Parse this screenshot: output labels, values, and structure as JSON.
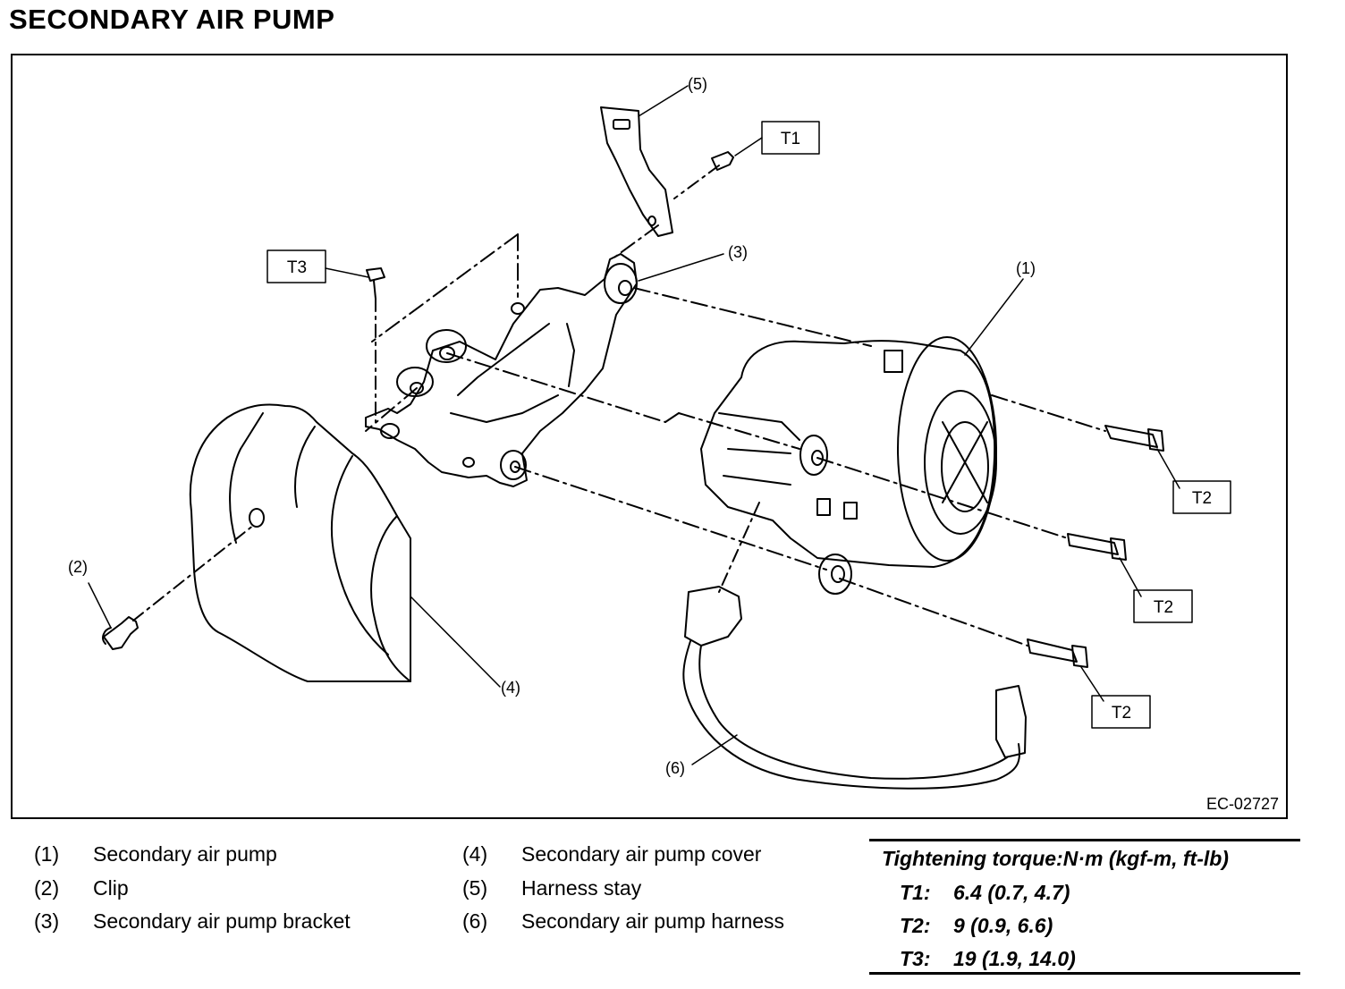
{
  "title": "SECONDARY AIR PUMP",
  "figure": {
    "code": "EC-02727",
    "callouts": {
      "c1": "(1)",
      "c2": "(2)",
      "c3": "(3)",
      "c4": "(4)",
      "c5": "(5)",
      "c6": "(6)"
    },
    "torque_tags": {
      "t1": "T1",
      "t2a": "T2",
      "t2b": "T2",
      "t2c": "T2",
      "t3": "T3"
    }
  },
  "legend": {
    "left": [
      {
        "num": "(1)",
        "text": "Secondary air pump"
      },
      {
        "num": "(2)",
        "text": "Clip"
      },
      {
        "num": "(3)",
        "text": "Secondary air pump bracket"
      }
    ],
    "right": [
      {
        "num": "(4)",
        "text": "Secondary air pump cover"
      },
      {
        "num": "(5)",
        "text": "Harness stay"
      },
      {
        "num": "(6)",
        "text": "Secondary air pump harness"
      }
    ]
  },
  "torque": {
    "heading": "Tightening torque:N·m (kgf-m, ft-lb)",
    "rows": [
      {
        "key": "T1:",
        "value": "6.4 (0.7, 4.7)"
      },
      {
        "key": "T2:",
        "value": "9 (0.9, 6.6)"
      },
      {
        "key": "T3:",
        "value": "19 (1.9, 14.0)"
      }
    ]
  }
}
